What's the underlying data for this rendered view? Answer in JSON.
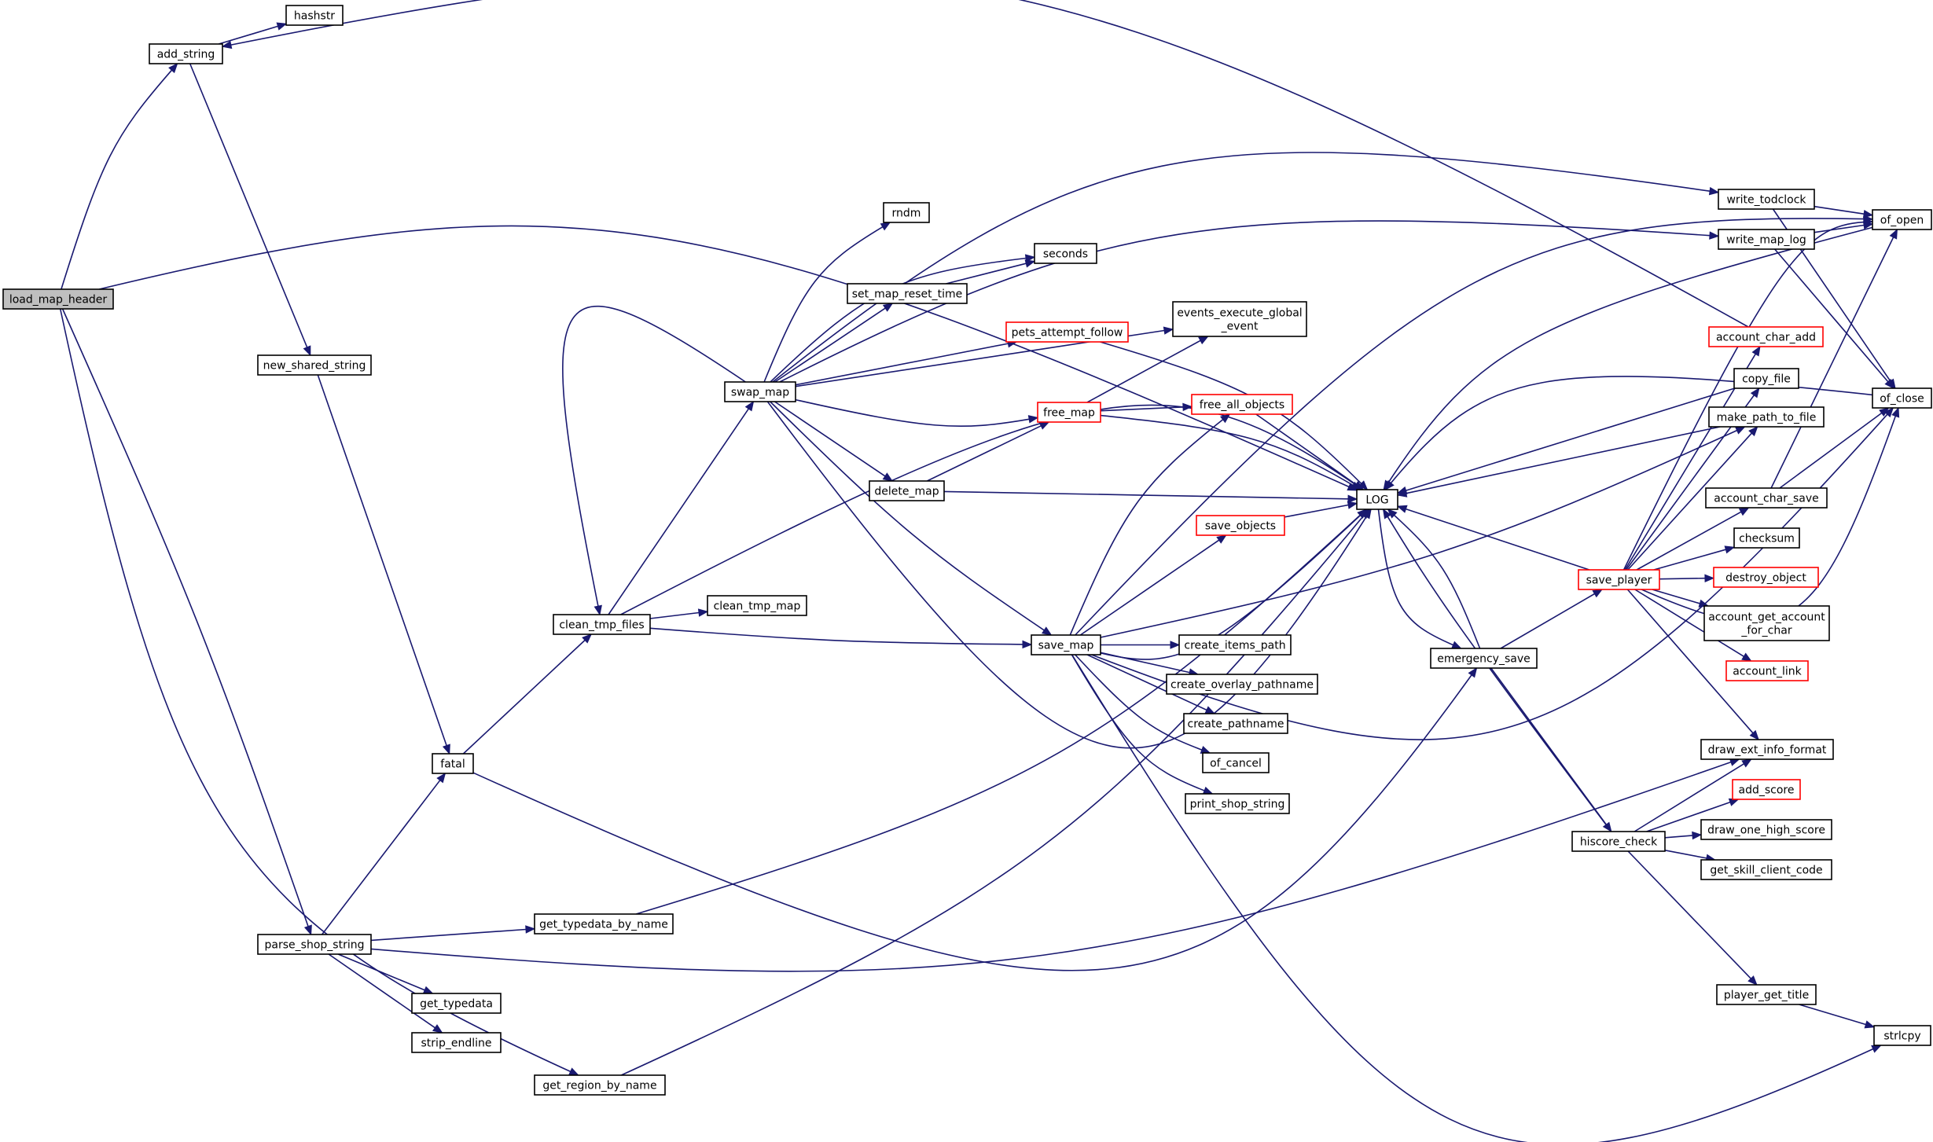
{
  "colors": {
    "edge": "#191970",
    "node_border": "#000000",
    "node_border_incomplete": "#ff0000",
    "root_fill": "#bfbfbf",
    "background": "#ffffff"
  },
  "nodes": [
    {
      "id": "load_map_header",
      "label": "load_map_header",
      "root": true
    },
    {
      "id": "add_string",
      "label": "add_string"
    },
    {
      "id": "hashstr",
      "label": "hashstr"
    },
    {
      "id": "new_shared_string",
      "label": "new_shared_string"
    },
    {
      "id": "fatal",
      "label": "fatal"
    },
    {
      "id": "parse_shop_string",
      "label": "parse_shop_string"
    },
    {
      "id": "get_region_by_name",
      "label": "get_region_by_name"
    },
    {
      "id": "clean_tmp_files",
      "label": "clean_tmp_files"
    },
    {
      "id": "clean_tmp_map",
      "label": "clean_tmp_map"
    },
    {
      "id": "swap_map",
      "label": "swap_map"
    },
    {
      "id": "rndm",
      "label": "rndm"
    },
    {
      "id": "seconds",
      "label": "seconds"
    },
    {
      "id": "set_map_reset_time",
      "label": "set_map_reset_time"
    },
    {
      "id": "pets_attempt_follow",
      "label": "pets_attempt_follow",
      "incomplete": true
    },
    {
      "id": "events_execute_global_event",
      "label": [
        "events_execute_global",
        "_event"
      ]
    },
    {
      "id": "free_map",
      "label": "free_map",
      "incomplete": true
    },
    {
      "id": "free_all_objects",
      "label": "free_all_objects",
      "incomplete": true
    },
    {
      "id": "delete_map",
      "label": "delete_map"
    },
    {
      "id": "LOG",
      "label": "LOG"
    },
    {
      "id": "save_objects",
      "label": "save_objects",
      "incomplete": true
    },
    {
      "id": "save_map",
      "label": "save_map"
    },
    {
      "id": "create_items_path",
      "label": "create_items_path"
    },
    {
      "id": "create_overlay_pathname",
      "label": "create_overlay_pathname"
    },
    {
      "id": "create_pathname",
      "label": "create_pathname"
    },
    {
      "id": "of_cancel",
      "label": "of_cancel"
    },
    {
      "id": "print_shop_string",
      "label": "print_shop_string"
    },
    {
      "id": "get_typedata_by_name",
      "label": "get_typedata_by_name"
    },
    {
      "id": "get_typedata",
      "label": "get_typedata"
    },
    {
      "id": "strip_endline",
      "label": "strip_endline"
    },
    {
      "id": "emergency_save",
      "label": "emergency_save"
    },
    {
      "id": "save_player",
      "label": "save_player",
      "incomplete": true
    },
    {
      "id": "hiscore_check",
      "label": "hiscore_check"
    },
    {
      "id": "write_todclock",
      "label": "write_todclock"
    },
    {
      "id": "write_map_log",
      "label": "write_map_log"
    },
    {
      "id": "of_open",
      "label": "of_open"
    },
    {
      "id": "of_close",
      "label": "of_close"
    },
    {
      "id": "account_char_add",
      "label": "account_char_add",
      "incomplete": true
    },
    {
      "id": "copy_file",
      "label": "copy_file"
    },
    {
      "id": "make_path_to_file",
      "label": "make_path_to_file"
    },
    {
      "id": "account_char_save",
      "label": "account_char_save"
    },
    {
      "id": "checksum",
      "label": "checksum"
    },
    {
      "id": "destroy_object",
      "label": "destroy_object",
      "incomplete": true
    },
    {
      "id": "account_get_account_for_char",
      "label": [
        "account_get_account",
        "_for_char"
      ]
    },
    {
      "id": "account_link",
      "label": "account_link",
      "incomplete": true
    },
    {
      "id": "draw_ext_info_format",
      "label": "draw_ext_info_format"
    },
    {
      "id": "add_score",
      "label": "add_score",
      "incomplete": true
    },
    {
      "id": "draw_one_high_score",
      "label": "draw_one_high_score"
    },
    {
      "id": "get_skill_client_code",
      "label": "get_skill_client_code"
    },
    {
      "id": "player_get_title",
      "label": "player_get_title"
    },
    {
      "id": "strlcpy",
      "label": "strlcpy"
    }
  ],
  "edges": [
    [
      "load_map_header",
      "add_string"
    ],
    [
      "add_string",
      "hashstr"
    ],
    [
      "add_string",
      "new_shared_string"
    ],
    [
      "new_shared_string",
      "fatal"
    ],
    [
      "load_map_header",
      "LOG"
    ],
    [
      "load_map_header",
      "parse_shop_string"
    ],
    [
      "load_map_header",
      "get_region_by_name"
    ],
    [
      "parse_shop_string",
      "fatal"
    ],
    [
      "parse_shop_string",
      "get_typedata_by_name"
    ],
    [
      "parse_shop_string",
      "get_typedata"
    ],
    [
      "parse_shop_string",
      "strip_endline"
    ],
    [
      "parse_shop_string",
      "draw_ext_info_format"
    ],
    [
      "get_region_by_name",
      "LOG"
    ],
    [
      "get_typedata_by_name",
      "LOG"
    ],
    [
      "fatal",
      "clean_tmp_files"
    ],
    [
      "fatal",
      "emergency_save"
    ],
    [
      "clean_tmp_files",
      "clean_tmp_map"
    ],
    [
      "clean_tmp_files",
      "swap_map"
    ],
    [
      "clean_tmp_files",
      "save_map"
    ],
    [
      "clean_tmp_files",
      "LOG"
    ],
    [
      "swap_map",
      "rndm"
    ],
    [
      "swap_map",
      "seconds"
    ],
    [
      "swap_map",
      "set_map_reset_time"
    ],
    [
      "swap_map",
      "pets_attempt_follow"
    ],
    [
      "swap_map",
      "events_execute_global_event"
    ],
    [
      "swap_map",
      "free_map"
    ],
    [
      "swap_map",
      "delete_map"
    ],
    [
      "swap_map",
      "LOG"
    ],
    [
      "swap_map",
      "save_map"
    ],
    [
      "swap_map",
      "write_todclock"
    ],
    [
      "swap_map",
      "write_map_log"
    ],
    [
      "swap_map",
      "clean_tmp_files"
    ],
    [
      "set_map_reset_time",
      "seconds"
    ],
    [
      "pets_attempt_follow",
      "LOG"
    ],
    [
      "free_map",
      "events_execute_global_event"
    ],
    [
      "free_map",
      "free_all_objects"
    ],
    [
      "free_map",
      "LOG"
    ],
    [
      "free_all_objects",
      "LOG"
    ],
    [
      "delete_map",
      "free_map"
    ],
    [
      "delete_map",
      "LOG"
    ],
    [
      "save_map",
      "free_all_objects"
    ],
    [
      "save_map",
      "save_objects"
    ],
    [
      "save_map",
      "LOG"
    ],
    [
      "save_map",
      "create_items_path"
    ],
    [
      "save_map",
      "create_overlay_pathname"
    ],
    [
      "save_map",
      "create_pathname"
    ],
    [
      "save_map",
      "of_cancel"
    ],
    [
      "save_map",
      "print_shop_string"
    ],
    [
      "save_map",
      "of_open"
    ],
    [
      "save_map",
      "of_close"
    ],
    [
      "save_map",
      "make_path_to_file"
    ],
    [
      "save_map",
      "strlcpy"
    ],
    [
      "save_objects",
      "LOG"
    ],
    [
      "LOG",
      "emergency_save"
    ],
    [
      "emergency_save",
      "LOG"
    ],
    [
      "emergency_save",
      "save_player"
    ],
    [
      "emergency_save",
      "hiscore_check"
    ],
    [
      "save_player",
      "LOG"
    ],
    [
      "save_player",
      "account_char_add"
    ],
    [
      "save_player",
      "copy_file"
    ],
    [
      "save_player",
      "make_path_to_file"
    ],
    [
      "save_player",
      "account_char_save"
    ],
    [
      "save_player",
      "checksum"
    ],
    [
      "save_player",
      "destroy_object"
    ],
    [
      "save_player",
      "account_get_account_for_char"
    ],
    [
      "save_player",
      "account_link"
    ],
    [
      "save_player",
      "draw_ext_info_format"
    ],
    [
      "save_player",
      "of_open"
    ],
    [
      "save_player",
      "of_close"
    ],
    [
      "hiscore_check",
      "LOG"
    ],
    [
      "hiscore_check",
      "draw_ext_info_format"
    ],
    [
      "hiscore_check",
      "add_score"
    ],
    [
      "hiscore_check",
      "draw_one_high_score"
    ],
    [
      "hiscore_check",
      "get_skill_client_code"
    ],
    [
      "hiscore_check",
      "player_get_title"
    ],
    [
      "player_get_title",
      "strlcpy"
    ],
    [
      "account_char_add",
      "add_string"
    ],
    [
      "copy_file",
      "LOG"
    ],
    [
      "make_path_to_file",
      "LOG"
    ],
    [
      "account_char_save",
      "of_open"
    ],
    [
      "account_char_save",
      "of_close"
    ],
    [
      "write_todclock",
      "of_open"
    ],
    [
      "write_todclock",
      "of_close"
    ],
    [
      "write_map_log",
      "of_open"
    ],
    [
      "write_map_log",
      "of_close"
    ],
    [
      "of_open",
      "LOG"
    ],
    [
      "of_close",
      "LOG"
    ]
  ]
}
